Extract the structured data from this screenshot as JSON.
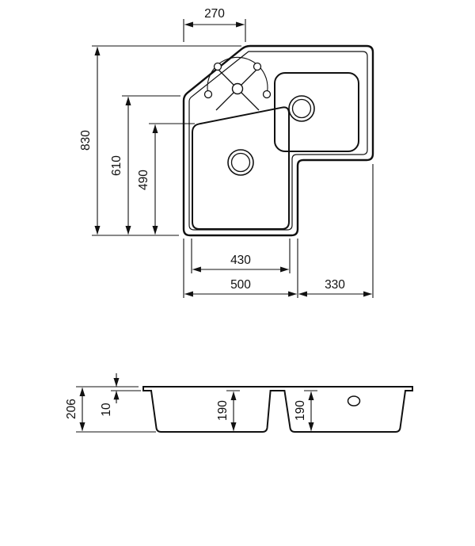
{
  "drawing": {
    "subject": "corner kitchen sink technical drawing - plan view and section view",
    "colors": {
      "line": "#111111",
      "background": "#ffffff"
    },
    "plan_view": {
      "dimensions": {
        "corner_front_width": "270",
        "overall_depth": "830",
        "depth_to_corner": "610",
        "bowl_length": "490",
        "bowl_width": "430",
        "left_arm_width": "500",
        "right_arm_width": "330"
      }
    },
    "section_view": {
      "dimensions": {
        "overall_height": "206",
        "rim_thickness": "10",
        "left_bowl_depth": "190",
        "right_bowl_depth": "190"
      }
    }
  }
}
